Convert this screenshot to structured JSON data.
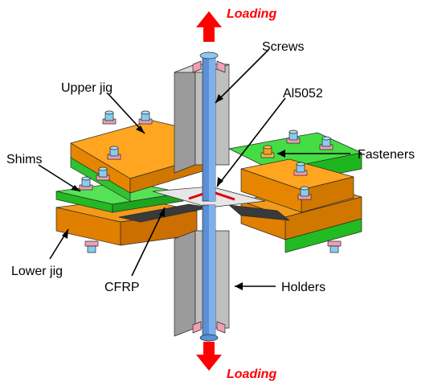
{
  "labels": {
    "loading_top": "Loading",
    "loading_bottom": "Loading",
    "screws": "Screws",
    "upper_jig": "Upper jig",
    "al5052": "Al5052",
    "shims": "Shims",
    "fasteners": "Fasteners",
    "lower_jig": "Lower jig",
    "cfrp": "CFRP",
    "holders": "Holders"
  },
  "colors": {
    "loading_arrow": "#ff0000",
    "loading_text": "#ff0000",
    "jig_orange": "#ff9900",
    "shim_green": "#33cc33",
    "holder_gray": "#a6a6a6",
    "screw_blue": "#6699dd",
    "al5052_plate": "#e0e0e0",
    "adhesive_red": "#dd0000",
    "cfrp_dark": "#333333",
    "washer_pink": "#f0a0b4",
    "fastener_blue": "#88ccee"
  }
}
